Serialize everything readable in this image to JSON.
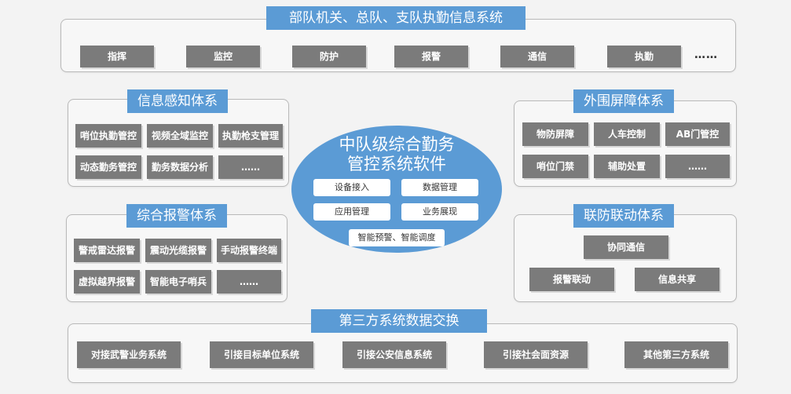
{
  "top": {
    "title": "部队机关、总队、支队执勤信息系统",
    "items": [
      "指挥",
      "监控",
      "防护",
      "报警",
      "通信",
      "执勤"
    ],
    "more": "……"
  },
  "sensing": {
    "title": "信息感知体系",
    "items": [
      "哨位执勤管控",
      "视频全域监控",
      "执勤枪支管理",
      "动态勤务管控",
      "勤务数据分析",
      "……"
    ]
  },
  "alarm": {
    "title": "综合报警体系",
    "items": [
      "警戒雷达报警",
      "震动光缆报警",
      "手动报警终端",
      "虚拟越界报警",
      "智能电子哨兵",
      "……"
    ]
  },
  "barrier": {
    "title": "外围屏障体系",
    "items": [
      "物防屏障",
      "人车控制",
      "AB门管控",
      "哨位门禁",
      "辅助处置",
      "……"
    ]
  },
  "linkage": {
    "title": "联防联动体系",
    "items": [
      "协同通信",
      "报警联动",
      "信息共享"
    ]
  },
  "center": {
    "title_line1": "中队级综合勤务",
    "title_line2": "管控系统软件",
    "pills": [
      "设备接入",
      "数据管理",
      "应用管理",
      "业务展现"
    ],
    "bottom_pill": "智能预警、智能调度"
  },
  "exchange": {
    "title": "第三方系统数据交换",
    "items": [
      "对接武警业务系统",
      "引接目标单位系统",
      "引接公安信息系统",
      "引接社会面资源",
      "其他第三方系统"
    ]
  },
  "colors": {
    "accent": "#5b9bd5",
    "button": "#7b7b7b"
  }
}
